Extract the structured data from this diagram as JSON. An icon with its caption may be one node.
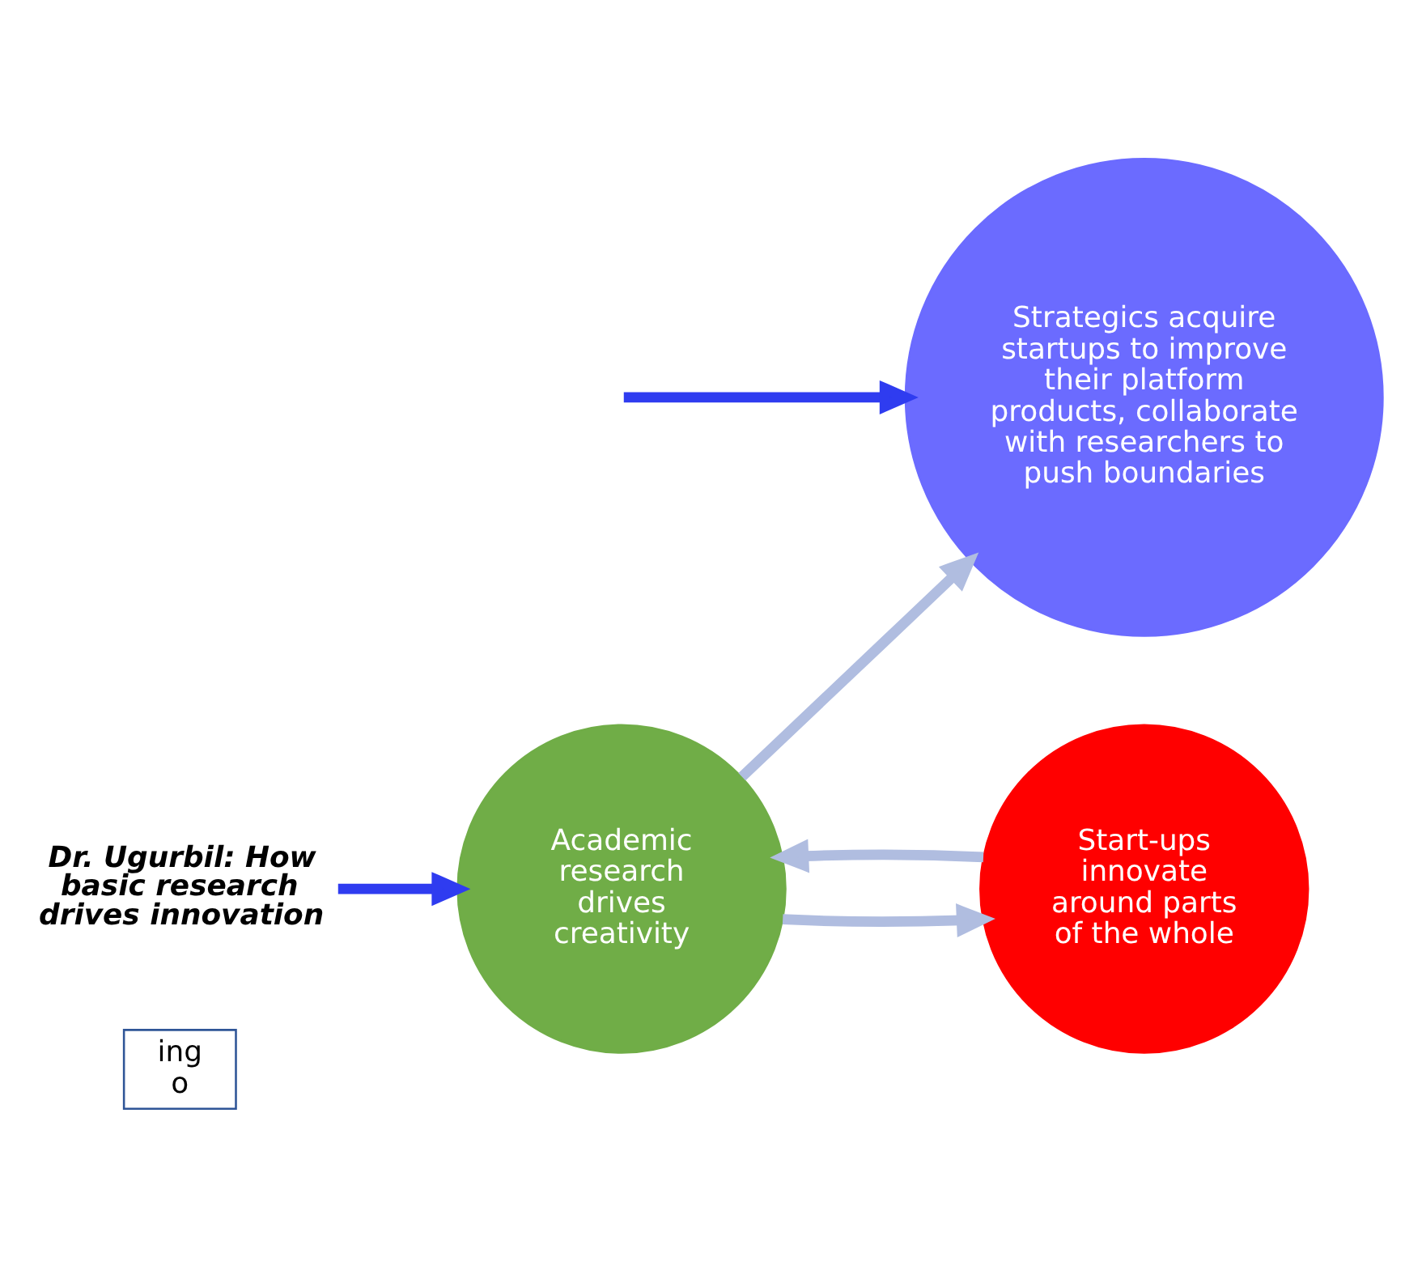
{
  "diagram": {
    "nodes": [
      {
        "text": [
          "ing",
          "o"
        ]
      },
      {
        "text": [
          "Academic research drives creativity"
        ]
      },
      {
        "text": [
          "Dr. Ugurbil: How basic research drives innovation"
        ]
      },
      {
        "text": [
          "Start-ups innovate around parts of the whole"
        ]
      },
      {
        "text": [
          "Strategics acquire startups to improve their platform products, collaborate with researchers to push boundaries"
        ]
      }
    ],
    "edges": [
      {
        "from": 3,
        "to": 1,
        "arrow": "to"
      },
      {
        "from": 1,
        "to": 3,
        "arrow": "to"
      },
      {
        "from": 1,
        "to": 4,
        "arrow": "to"
      },
      {
        "from": 2,
        "to": 1,
        "arrow": "to",
        "color": "#2f3cf0"
      },
      {
        "from": null,
        "to": 4,
        "arrow": "to",
        "color": "#2f3cf0"
      }
    ]
  }
}
